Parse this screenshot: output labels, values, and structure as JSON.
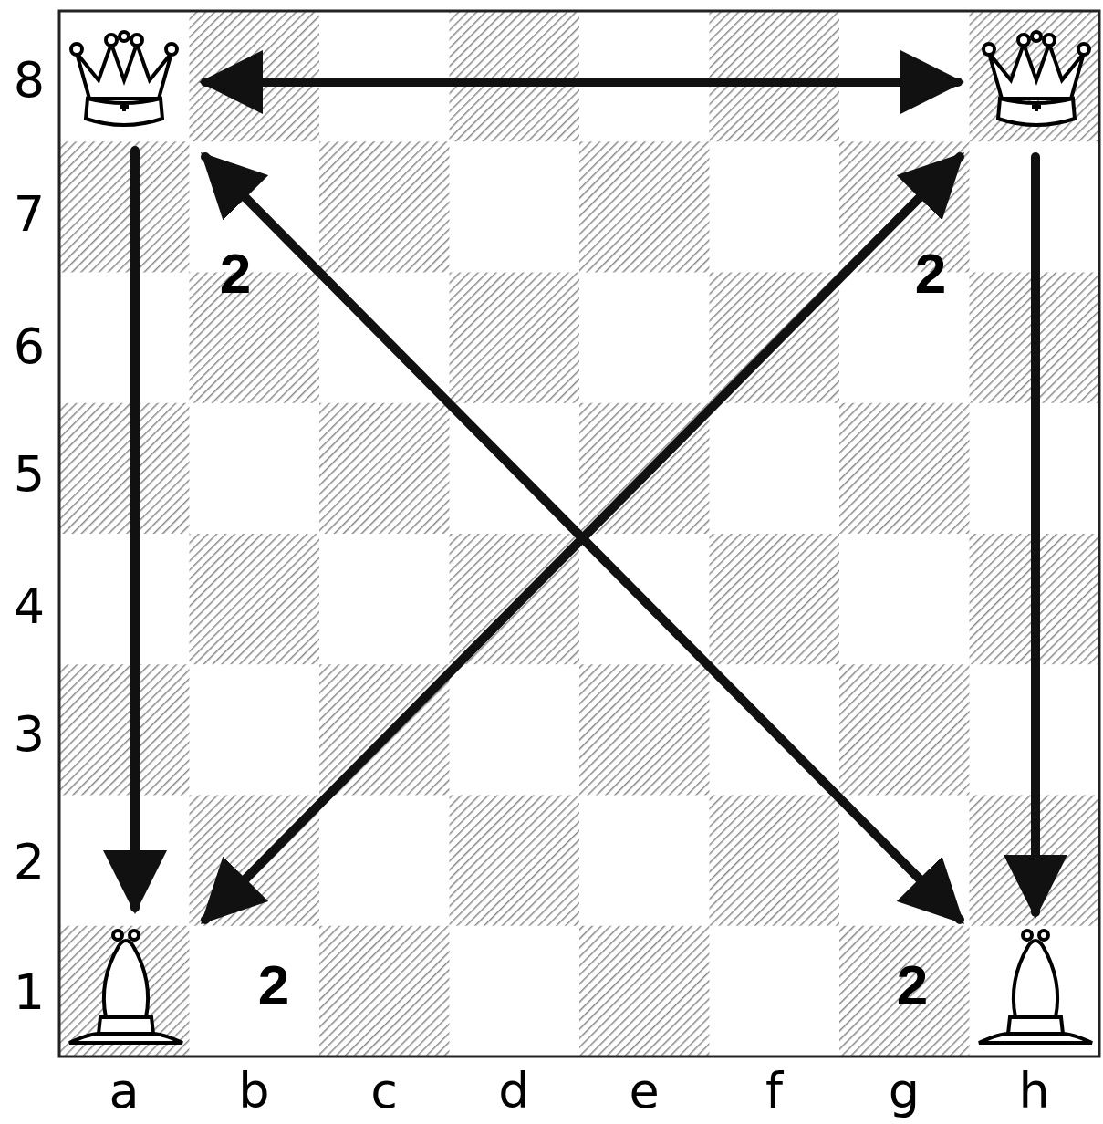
{
  "diagram": {
    "labels": [
      "8",
      "7",
      "2",
      "2",
      "6",
      "5",
      "4",
      "3",
      "2",
      "1",
      "2",
      "2",
      "a",
      "b",
      "c",
      "d",
      "e",
      "f",
      "g",
      "h"
    ]
  }
}
